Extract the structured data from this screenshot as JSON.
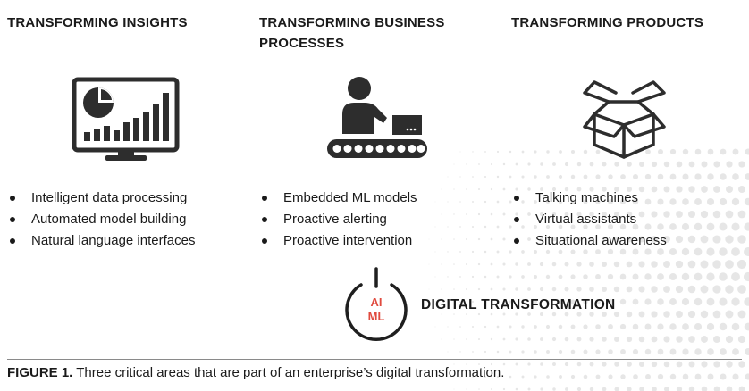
{
  "columns": [
    {
      "title_line1": "TRANSFORMING INSIGHTS",
      "title_line2": "",
      "icon": "dashboard-monitor-icon",
      "bullets": [
        "Intelligent data processing",
        "Automated model building",
        "Natural language interfaces"
      ]
    },
    {
      "title_line1": "TRANSFORMING BUSINESS",
      "title_line2": "PROCESSES",
      "icon": "conveyor-worker-icon",
      "bullets": [
        "Embedded ML models",
        "Proactive alerting",
        "Proactive intervention"
      ]
    },
    {
      "title_line1": "TRANSFORMING PRODUCTS",
      "title_line2": "",
      "icon": "open-box-icon",
      "bullets": [
        "Talking machines",
        "Virtual assistants",
        "Situational awareness"
      ]
    }
  ],
  "center": {
    "icon": "power-button-icon",
    "line1": "AI",
    "line2": "ML",
    "accent_color": "#e04b3f",
    "label": "DIGITAL TRANSFORMATION"
  },
  "caption": {
    "prefix": "FIGURE 1.",
    "text": " Three critical areas that are part of an enterprise’s digital transformation."
  }
}
